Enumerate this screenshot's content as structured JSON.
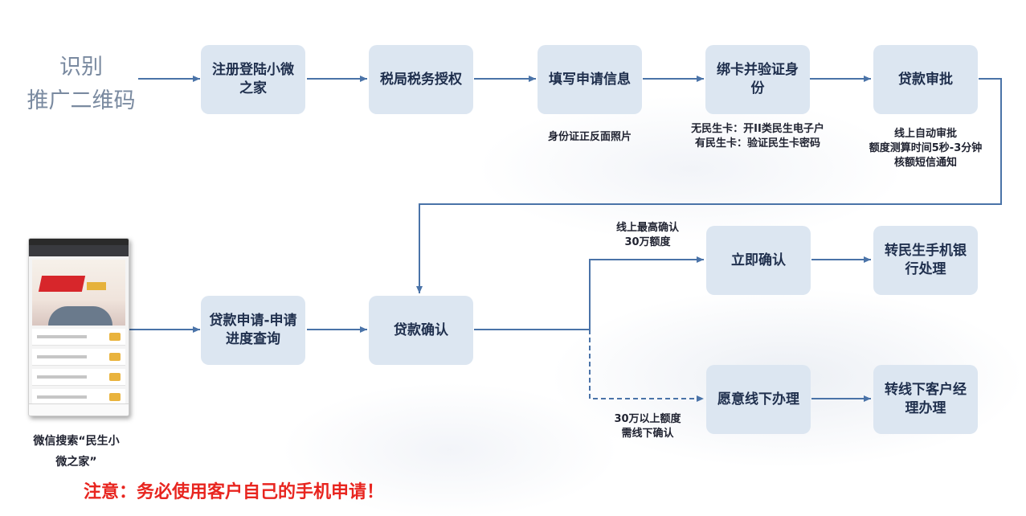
{
  "title_lines": [
    "识别",
    "推广二维码"
  ],
  "steps": {
    "register": "注册登陆小微之家",
    "tax": "税局税务授权",
    "fill": "填写申请信息",
    "bind": "绑卡并验证身份",
    "approve": "贷款审批",
    "apply": "贷款申请-申请进度查询",
    "confirm": "贷款确认",
    "now": "立即确认",
    "to_bank": "转民生手机银行处理",
    "offline": "愿意线下办理",
    "to_manager": "转线下客户经理办理"
  },
  "notes": {
    "fill": [
      "身份证正反面照片"
    ],
    "bind": [
      "无民生卡：开II类民生电子户",
      "有民生卡：验证民生卡密码"
    ],
    "approve": [
      "线上自动审批",
      "额度测算时间5秒-3分钟",
      "核额短信通知"
    ],
    "online": [
      "线上最高确认",
      "30万额度"
    ],
    "offline": [
      "30万以上额度",
      "需线下确认"
    ],
    "wechat": [
      "微信搜索“民生小",
      "微之家”"
    ]
  },
  "warning": "注意：务必使用客户自己的手机申请！",
  "colors": {
    "box": "#dce6f1",
    "line": "#4a73a8",
    "warning": "#e8251f",
    "title": "#7a8aa0"
  }
}
